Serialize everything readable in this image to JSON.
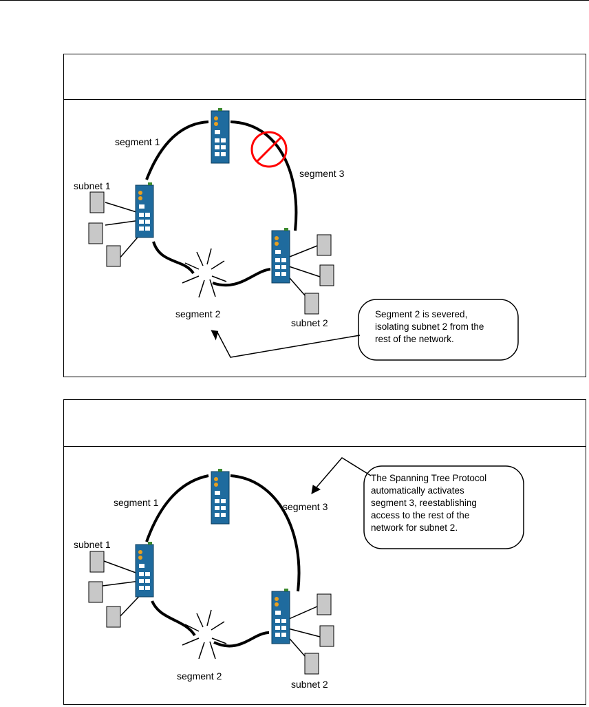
{
  "colors": {
    "switch_body": "#1f6b9e",
    "switch_panel": "#2a85c2",
    "device": "#c8c8c8",
    "cable": "#000000",
    "block_symbol": "#ff0000"
  },
  "diagram_1": {
    "header": "",
    "labels": {
      "segment_1": "segment 1",
      "segment_2": "segment 2",
      "segment_3": "segment 3",
      "subnet_1": "subnet 1",
      "subnet_2": "subnet 2"
    },
    "callout_lines": [
      "Segment 2 is severed,",
      "isolating subnet 2 from the",
      "rest of the network."
    ]
  },
  "diagram_2": {
    "header": "",
    "labels": {
      "segment_1": "segment 1",
      "segment_2": "segment 2",
      "segment_3": "segment 3",
      "subnet_1": "subnet 1",
      "subnet_2": "subnet 2"
    },
    "callout_lines": [
      "The Spanning Tree Protocol",
      "automatically activates",
      "segment 3, reestablishing",
      "access to the rest of the",
      "network for subnet 2."
    ]
  }
}
